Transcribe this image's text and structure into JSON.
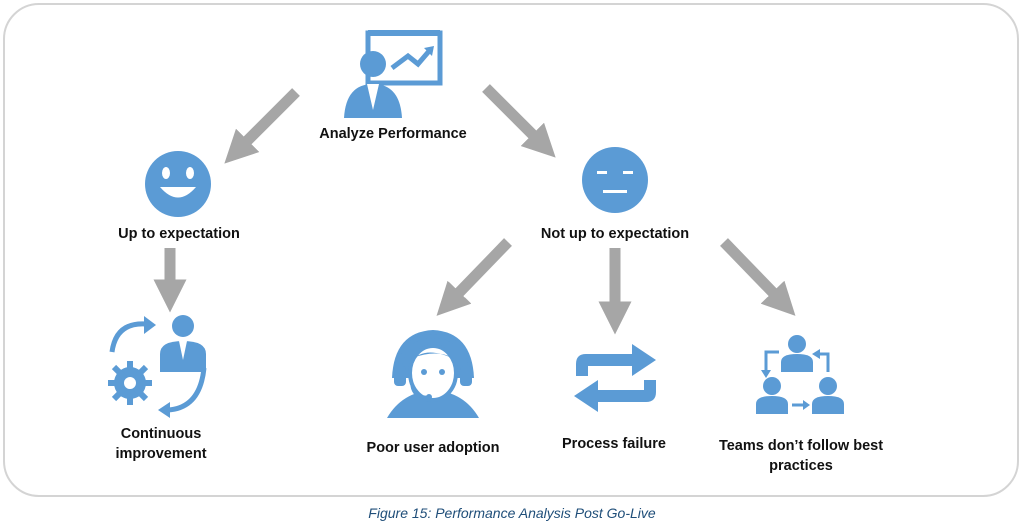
{
  "nodes": {
    "root": "Analyze Performance",
    "positive": "Up to expectation",
    "negative": "Not up to expectation",
    "improvement_line1": "Continuous",
    "improvement_line2": "improvement",
    "adoption": "Poor user adoption",
    "process": "Process failure",
    "teams_line1": "Teams don’t follow best",
    "teams_line2": "practices"
  },
  "icons": {
    "root": "presenter-chart-icon",
    "positive": "smiley-face-icon",
    "negative": "neutral-face-icon",
    "improvement": "cycle-gear-person-icon",
    "adoption": "headset-agent-icon",
    "process": "swap-arrows-icon",
    "teams": "team-flow-icon"
  },
  "colors": {
    "icon_blue": "#5b9bd5",
    "arrow_gray": "#a6a6a6",
    "caption_blue": "#1f4e79"
  },
  "caption": "Figure 15: Performance Analysis Post Go-Live"
}
